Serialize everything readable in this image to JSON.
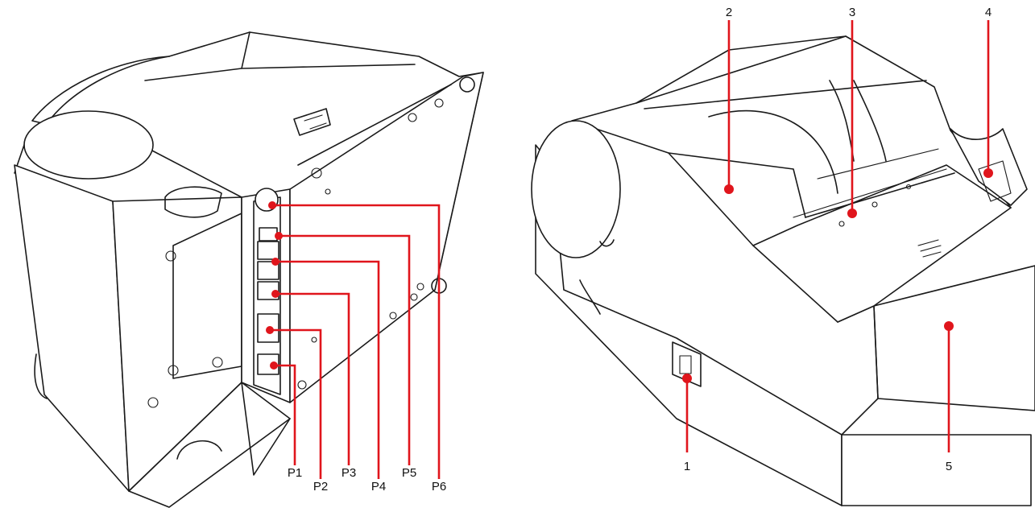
{
  "accent_color": "#e0151c",
  "left_view": {
    "callouts": [
      {
        "id": "p1",
        "label": "P1"
      },
      {
        "id": "p2",
        "label": "P2"
      },
      {
        "id": "p3",
        "label": "P3"
      },
      {
        "id": "p4",
        "label": "P4"
      },
      {
        "id": "p5",
        "label": "P5"
      },
      {
        "id": "p6",
        "label": "P6"
      }
    ]
  },
  "right_view": {
    "callouts": [
      {
        "id": "c1",
        "label": "1"
      },
      {
        "id": "c2",
        "label": "2"
      },
      {
        "id": "c3",
        "label": "3"
      },
      {
        "id": "c4",
        "label": "4"
      },
      {
        "id": "c5",
        "label": "5"
      }
    ]
  },
  "icons": [
    "power-switch-icon",
    "paper-roll-icon",
    "connector-port-icon"
  ]
}
